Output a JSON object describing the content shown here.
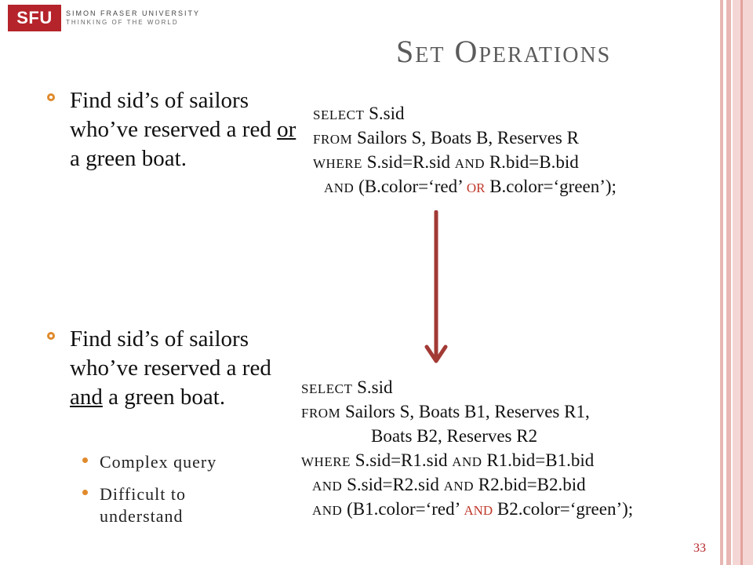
{
  "logo": {
    "mark": "SFU",
    "name": "SIMON FRASER UNIVERSITY",
    "tagline": "THINKING OF THE WORLD"
  },
  "slide": {
    "title": "Set Operations",
    "page_number": "33"
  },
  "bullets": [
    {
      "pre": "Find sid’s of sailors who’ve reserved a red ",
      "emph": "or",
      "post": " a green boat."
    },
    {
      "pre": "Find sid’s of sailors who’ve reserved a red ",
      "emph": "and",
      "post": " a green boat.",
      "subitems": [
        "Complex query",
        "Difficult to understand"
      ]
    }
  ],
  "query1": {
    "select_kw": "SELECT",
    "select_val": " S.sid",
    "from_kw": "FROM",
    "from_val": " Sailors S, Boats B, Reserves R",
    "where_kw": "WHERE",
    "where_a": " S.sid=R.sid ",
    "and_kw": "AND",
    "where_b": " R.bid=B.bid",
    "and2_kw": "AND",
    "cond_a": " (B.color=‘red’ ",
    "or_kw": "OR",
    "cond_b": " B.color=‘green’);"
  },
  "query2": {
    "select_kw": "SELECT",
    "select_val": " S.sid",
    "from_kw": "FROM",
    "from_val": " Sailors S, Boats B1, Reserves R1,",
    "from_val2": "Boats B2, Reserves R2",
    "where_kw": "WHERE",
    "where_a": " S.sid=R1.sid ",
    "and_kw": "AND",
    "where_b": " R1.bid=B1.bid",
    "and2_kw": "AND",
    "l5_a": " S.sid=R2.sid ",
    "and3_kw": "AND",
    "l5_b": " R2.bid=B2.bid",
    "and4_kw": "AND",
    "cond_a": " (B1.color=‘red’ ",
    "and_red_kw": "AND",
    "cond_b": " B2.color=‘green’);"
  },
  "colors": {
    "logo_red": "#b5242a",
    "bullet_orange": "#e08a2c",
    "arrow_red": "#a23a35",
    "keyword_red": "#c0392b"
  }
}
